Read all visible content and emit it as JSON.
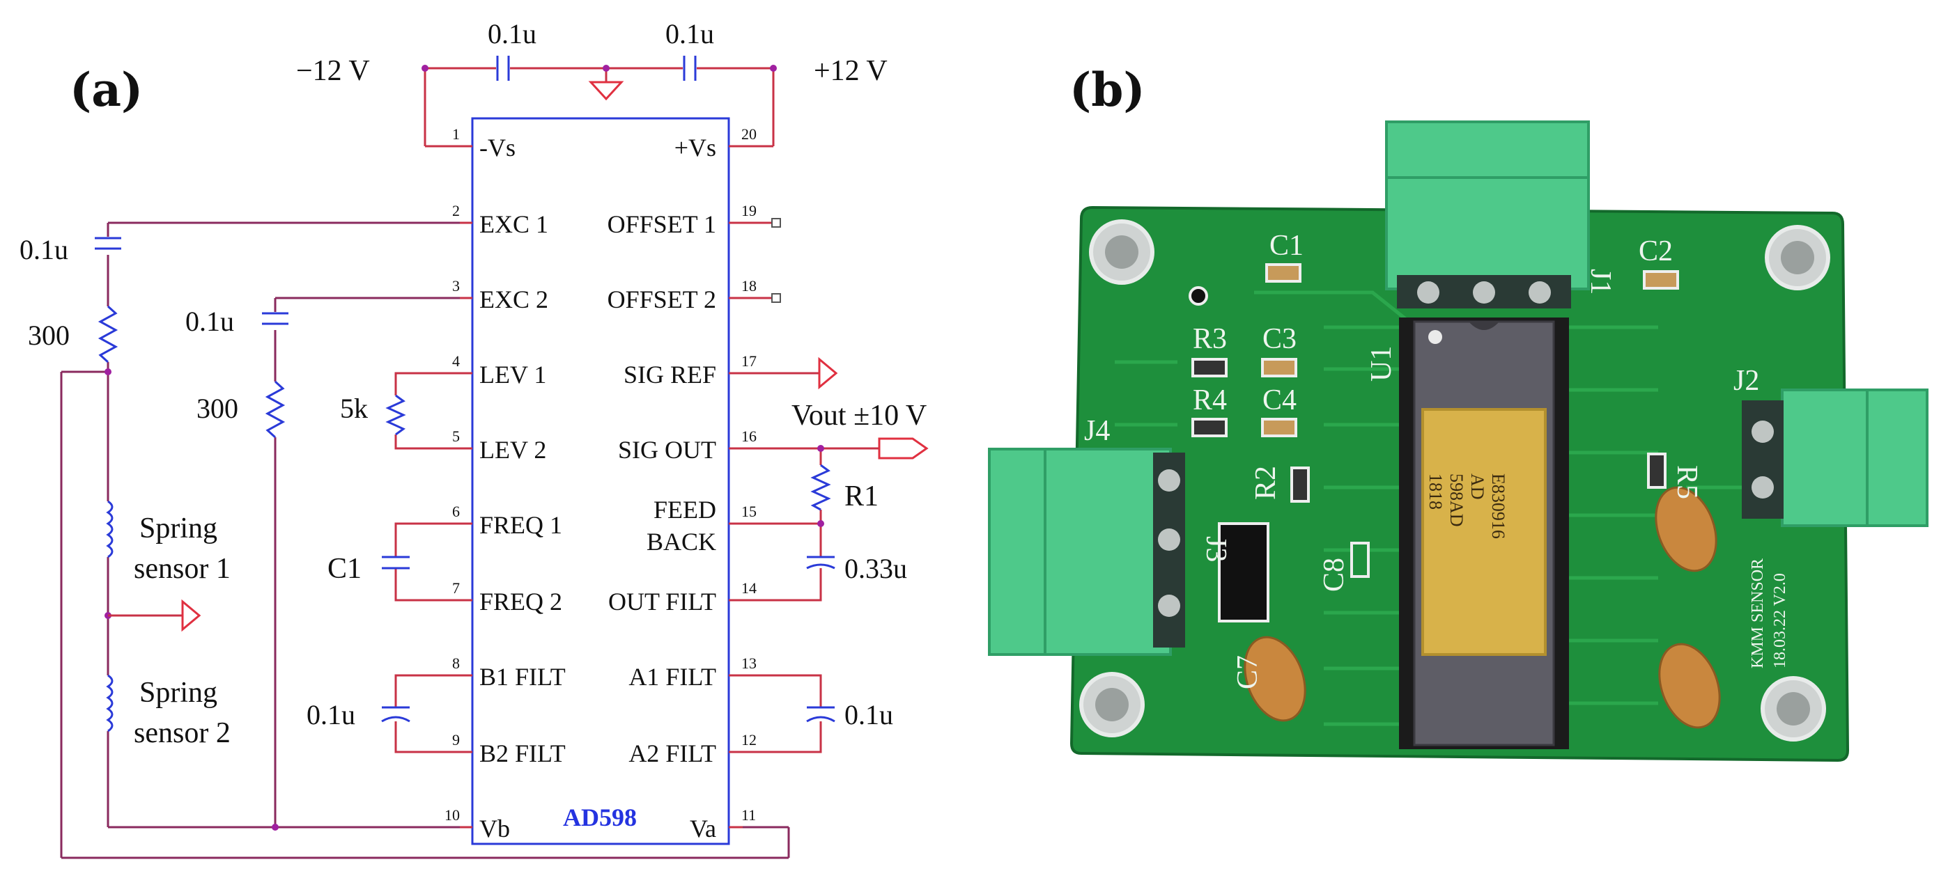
{
  "panels": {
    "a": {
      "label": "(a)"
    },
    "b": {
      "label": "(b)"
    }
  },
  "schematic": {
    "chip_name": "AD598",
    "supply": {
      "neg": "−12 V",
      "pos": "+12 V",
      "cap_left": "0.1u",
      "cap_right": "0.1u"
    },
    "left_pins": [
      {
        "num": "1",
        "name": "-Vs"
      },
      {
        "num": "2",
        "name": "EXC 1"
      },
      {
        "num": "3",
        "name": "EXC 2"
      },
      {
        "num": "4",
        "name": "LEV 1"
      },
      {
        "num": "5",
        "name": "LEV 2"
      },
      {
        "num": "6",
        "name": "FREQ 1"
      },
      {
        "num": "7",
        "name": "FREQ 2"
      },
      {
        "num": "8",
        "name": "B1 FILT"
      },
      {
        "num": "9",
        "name": "B2 FILT"
      },
      {
        "num": "10",
        "name": "Vb"
      }
    ],
    "right_pins": [
      {
        "num": "20",
        "name": "+Vs"
      },
      {
        "num": "19",
        "name": "OFFSET 1"
      },
      {
        "num": "18",
        "name": "OFFSET 2"
      },
      {
        "num": "17",
        "name": "SIG REF"
      },
      {
        "num": "16",
        "name": "SIG OUT"
      },
      {
        "num": "15",
        "name": "FEED",
        "name2": "BACK"
      },
      {
        "num": "14",
        "name": "OUT FILT"
      },
      {
        "num": "13",
        "name": "A1 FILT"
      },
      {
        "num": "12",
        "name": "A2 FILT"
      },
      {
        "num": "11",
        "name": "Va"
      }
    ],
    "components": {
      "exc1_cap": "0.1u",
      "exc1_res": "300",
      "exc2_cap": "0.1u",
      "exc2_res": "300",
      "lev_res": "5k",
      "freq_cap": "C1",
      "b_filt_cap": "0.1u",
      "a_filt_cap": "0.1u",
      "feedback_res": "R1",
      "out_filt_cap": "0.33u",
      "vout": "Vout ±10 V",
      "sensor1_line1": "Spring",
      "sensor1_line2": "sensor 1",
      "sensor2_line1": "Spring",
      "sensor2_line2": "sensor 2"
    }
  },
  "board": {
    "silkscreen": {
      "c1": "C1",
      "c2": "C2",
      "c3": "C3",
      "c4": "C4",
      "r3": "R3",
      "r4": "R4",
      "r2": "R2",
      "r5": "R5",
      "c7": "C7",
      "c8": "C8",
      "u1": "U1",
      "j1": "J1",
      "j2": "J2",
      "j4": "J4",
      "j3": "J3",
      "brand1": "KMM SENSOR",
      "brand2": "18.03.22 V2.0"
    },
    "chip_marking": [
      "AD",
      "598AD",
      "1818",
      "E830916"
    ]
  },
  "colors": {
    "wire": "#c83246",
    "wire_purple": "#8a2a5e",
    "component": "#2a3ad8",
    "chip_label": "#2433e0",
    "pcb": "#1e8f3c",
    "connector": "#4ec98a"
  }
}
